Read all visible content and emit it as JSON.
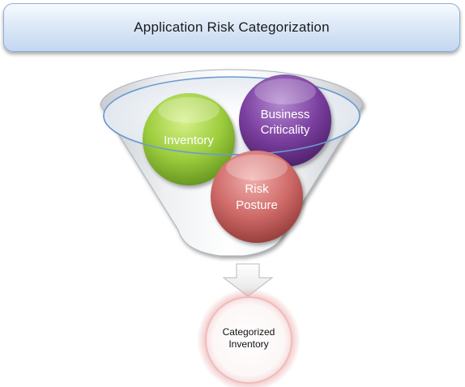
{
  "title": "Application Risk Categorization",
  "inputs": {
    "inventory": "Inventory",
    "business_criticality_line1": "Business",
    "business_criticality_line2": "Criticality",
    "risk_posture_line1": "Risk",
    "risk_posture_line2": "Posture"
  },
  "output": {
    "line1": "Categorized",
    "line2": "Inventory"
  },
  "colors": {
    "inventory": "#8dc63f",
    "business_criticality": "#7a3e9d",
    "risk_posture": "#c85a5a",
    "funnel_outline": "#6b9bd1",
    "output_glow": "#e8a0a0"
  }
}
